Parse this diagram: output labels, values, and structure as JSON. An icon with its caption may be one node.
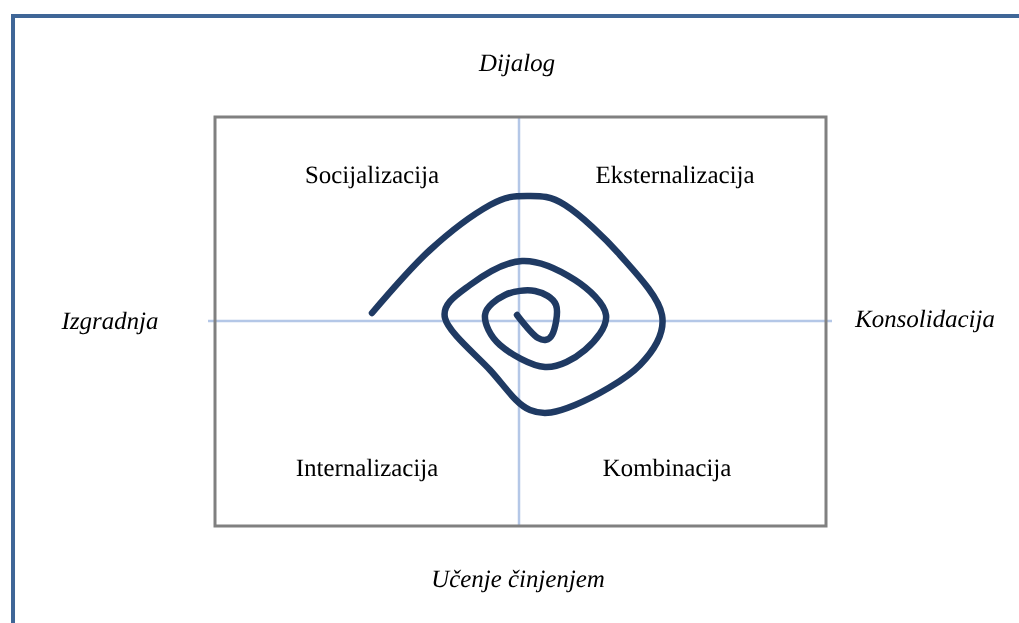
{
  "diagram": {
    "nodes": [
      {
        "text": [
          "Socijalizacija"
        ]
      },
      {
        "text": [
          "Eksternalizacija"
        ]
      },
      {
        "text": [
          "Internalizacija"
        ]
      },
      {
        "text": [
          "Kombinacija"
        ]
      }
    ],
    "labels": [
      "Dijalog",
      "Izgradnja",
      "Konsolidacija",
      "Učenje činjenjem"
    ]
  }
}
